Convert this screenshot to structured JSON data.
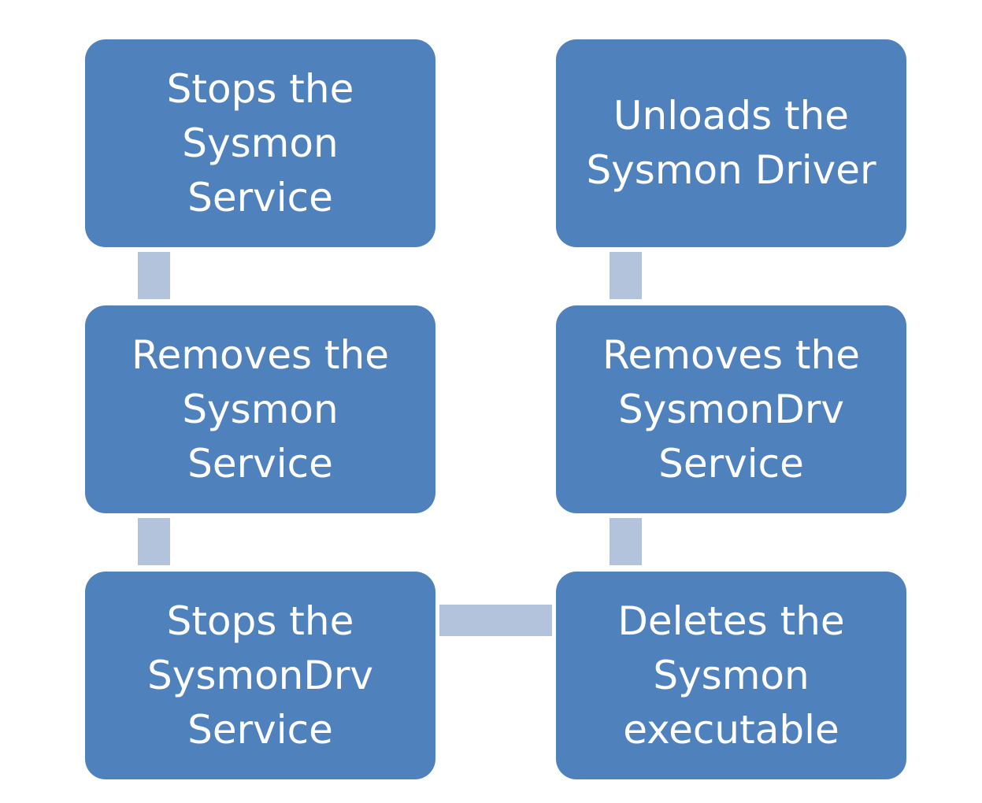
{
  "colors": {
    "box_fill": "#4f81bd",
    "box_text": "#ffffff",
    "connector": "#b4c3dc",
    "background": "#ffffff"
  },
  "steps": [
    {
      "text": "Stops the\nSysmon\nService"
    },
    {
      "text": "Removes the\nSysmon\nService"
    },
    {
      "text": "Stops the\nSysmonDrv\nService"
    },
    {
      "text": "Deletes the\nSysmon\nexecutable"
    },
    {
      "text": "Removes the\nSysmonDrv\nService"
    },
    {
      "text": "Unloads the\nSysmon Driver"
    }
  ]
}
